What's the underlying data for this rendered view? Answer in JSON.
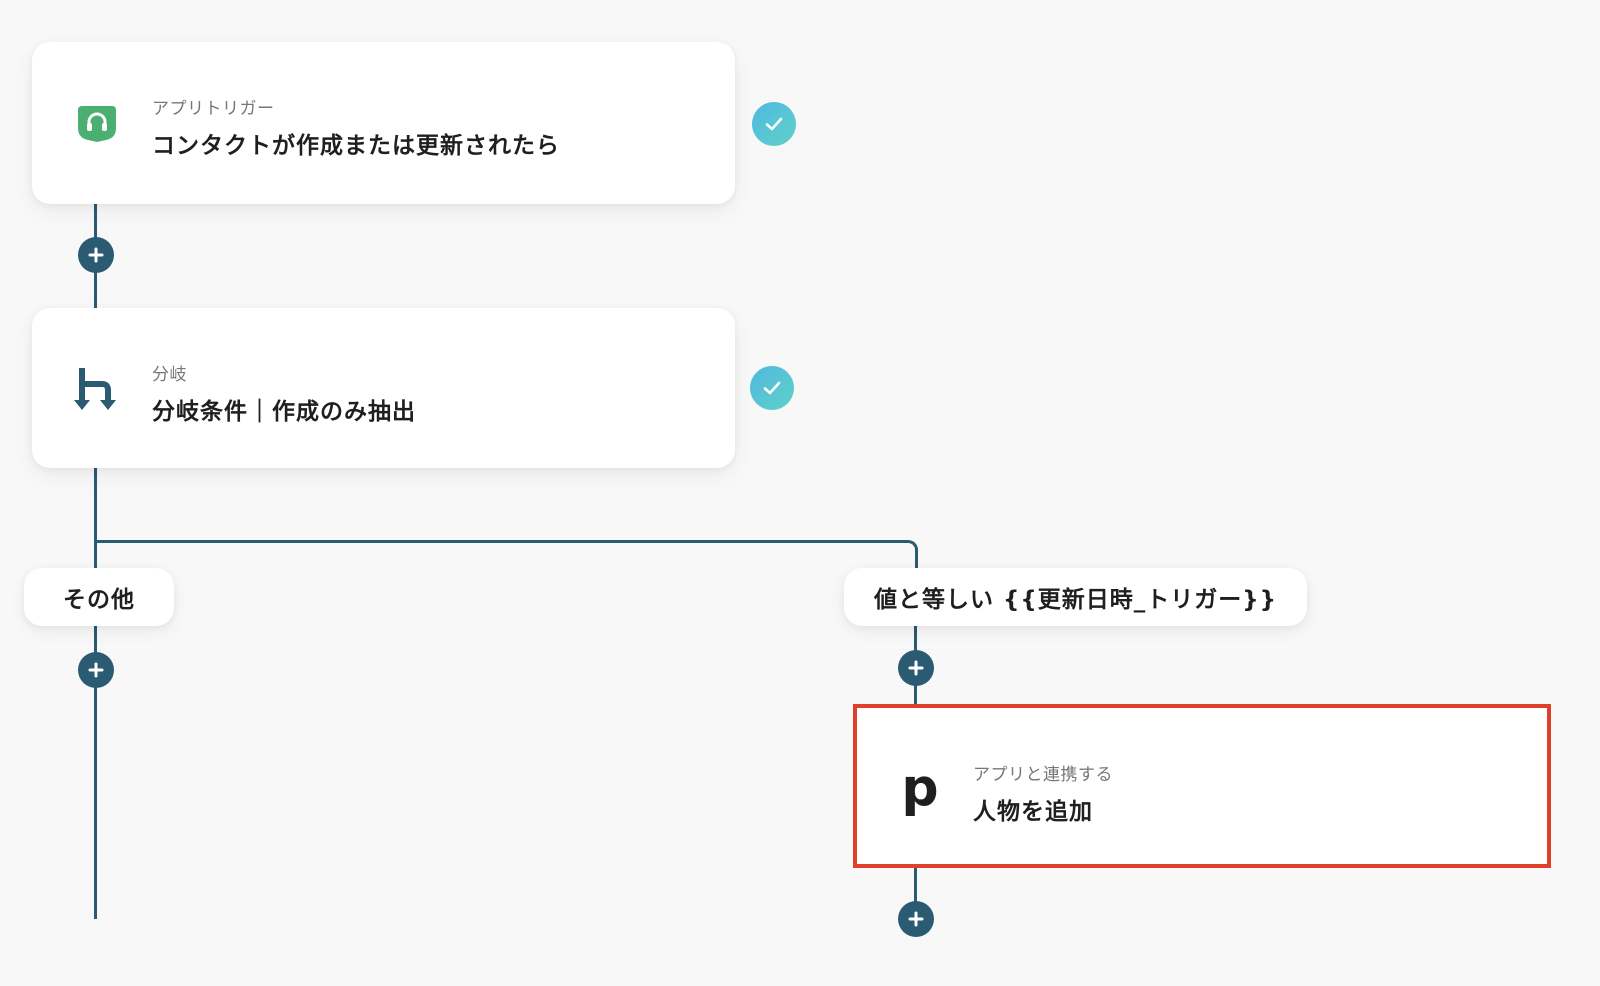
{
  "trigger_card": {
    "icon": "headset-icon",
    "subtitle": "アプリトリガー",
    "title": "コンタクトが作成または更新されたら",
    "status": "completed"
  },
  "branch_card": {
    "icon": "branch-icon",
    "subtitle": "分岐",
    "title": "分岐条件｜作成のみ抽出",
    "status": "completed"
  },
  "branches": {
    "else_label": "その他",
    "condition_label": "値と等しい {{更新日時_トリガー}}"
  },
  "action_card": {
    "icon": "pipedrive-p-icon",
    "logo_letter": "p",
    "subtitle": "アプリと連携する",
    "title": "人物を追加"
  },
  "colors": {
    "connector": "#2b5a73",
    "check_gradient_start": "#4fb8e0",
    "check_gradient_end": "#5fd2c8",
    "trigger_icon": "#4caf72",
    "highlight_border": "#e0402a"
  }
}
